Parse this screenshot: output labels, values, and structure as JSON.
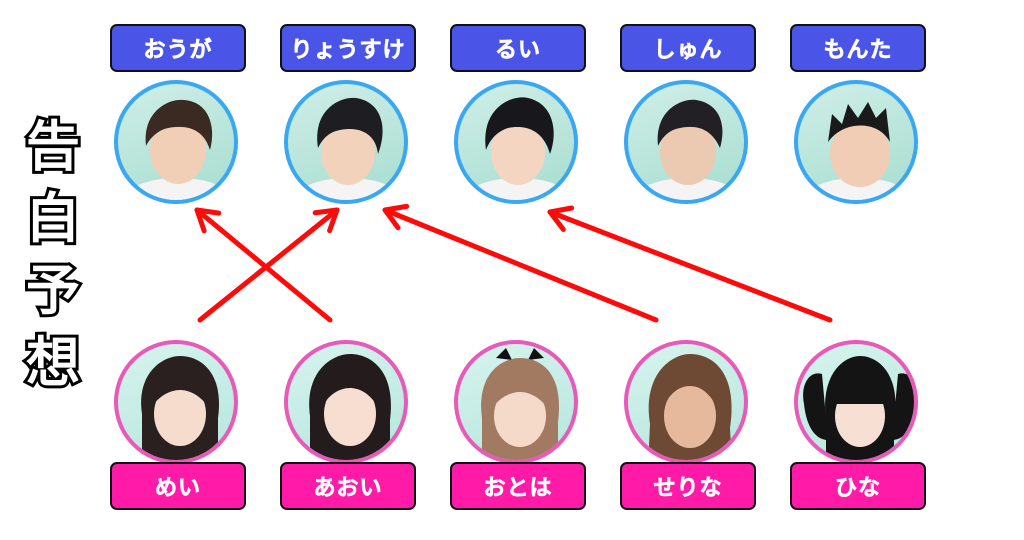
{
  "title_chars": [
    "告",
    "白",
    "予",
    "想"
  ],
  "boys": [
    {
      "name": "おうが",
      "id": "ouga"
    },
    {
      "name": "りょうすけ",
      "id": "ryousuke"
    },
    {
      "name": "るい",
      "id": "rui"
    },
    {
      "name": "しゅん",
      "id": "shun"
    },
    {
      "name": "もんた",
      "id": "monta"
    }
  ],
  "girls": [
    {
      "name": "めい",
      "id": "mei"
    },
    {
      "name": "あおい",
      "id": "aoi"
    },
    {
      "name": "おとは",
      "id": "otoha"
    },
    {
      "name": "せりな",
      "id": "serina"
    },
    {
      "name": "ひな",
      "id": "hina"
    }
  ],
  "predictions": [
    {
      "from": "mei",
      "to": "ryousuke"
    },
    {
      "from": "aoi",
      "to": "ouga"
    },
    {
      "from": "serina",
      "to": "ryousuke"
    },
    {
      "from": "hina",
      "to": "rui"
    }
  ],
  "colors": {
    "boy_label": "#4a55e8",
    "girl_label": "#ff1aa8",
    "boy_ring": "#3aa7f2",
    "girl_ring": "#e85ab8",
    "arrow": "#ff0a0a"
  }
}
